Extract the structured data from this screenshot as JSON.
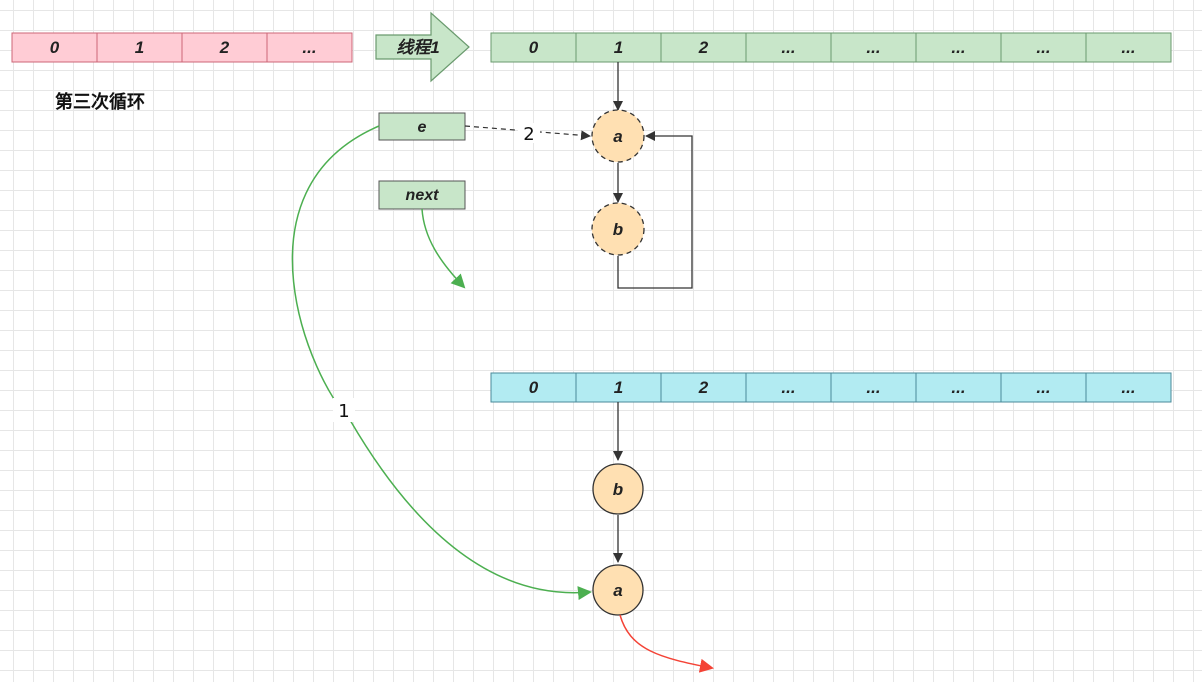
{
  "title": "第三次循环",
  "thread_label": "线程1",
  "old_table": {
    "cells": [
      "0",
      "1",
      "2",
      "..."
    ]
  },
  "thread_table": {
    "cells": [
      "0",
      "1",
      "2",
      "...",
      "...",
      "...",
      "...",
      "..."
    ]
  },
  "new_table": {
    "cells": [
      "0",
      "1",
      "2",
      "...",
      "...",
      "...",
      "...",
      "..."
    ]
  },
  "pointers": {
    "e": "e",
    "next": "next"
  },
  "thread_nodes": {
    "a": "a",
    "b": "b"
  },
  "new_nodes": {
    "b": "b",
    "a": "a"
  },
  "edge_labels": {
    "step1": "1",
    "step2": "2"
  },
  "colors": {
    "old_table": "#ffccd5",
    "thread_table": "#c8e6c9",
    "new_table": "#b2ebf2",
    "node_fill": "#ffe0b2",
    "green_arrow": "#4caf50",
    "red_arrow": "#f44336"
  }
}
